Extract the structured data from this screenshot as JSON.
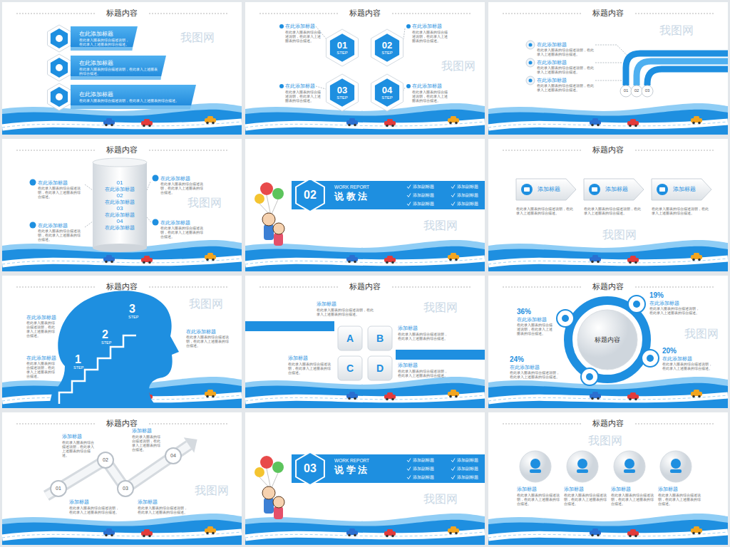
{
  "diagram": {
    "nodes": [
      {
        "text": [
          "标题内容"
        ]
      },
      {
        "text": [
          "在此添加标题",
          "在此录入图表的综合描述说明，在此录入上述图表的综合描述。"
        ],
        "in": 0
      },
      {
        "text": [
          "在此添加标题",
          "在此录入图表的综合描述说明，在此录入上述图表的综合描述。"
        ],
        "in": 0
      },
      {
        "text": [
          "在此添加标题",
          "在此录入图表的综合描述说明，在此录入上述图表的综合描述。"
        ],
        "in": 0
      },
      {
        "text": [
          "标题内容"
        ]
      },
      {
        "text": [
          "01",
          "STEP"
        ],
        "in": 4
      },
      {
        "text": [
          "02",
          "STEP"
        ],
        "in": 4
      },
      {
        "text": [
          "03",
          "STEP"
        ],
        "in": 4
      },
      {
        "text": [
          "04",
          "STEP"
        ],
        "in": 4
      },
      {
        "text": [
          "标题内容"
        ]
      },
      {
        "text": [
          "01"
        ],
        "in": 9
      },
      {
        "text": [
          "02"
        ],
        "in": 9
      },
      {
        "text": [
          "03"
        ],
        "in": 9
      },
      {
        "text": [
          "标题内容"
        ]
      },
      {
        "text": [
          "01",
          "在此添加标题",
          "02",
          "在此添加标题",
          "03",
          "在此添加标题",
          "04",
          "在此添加标题"
        ],
        "in": 13
      },
      {
        "text": [
          "WORK REPORT",
          "说 教 法",
          "添加副标题",
          "添加副标题",
          "添加副标题",
          "添加副标题",
          "添加副标题",
          "添加副标题"
        ]
      },
      {
        "text": [
          "02"
        ],
        "in": 15
      },
      {
        "text": [
          "标题内容"
        ]
      },
      {
        "text": [
          "添加标题"
        ],
        "in": 17
      },
      {
        "text": [
          "添加标题"
        ],
        "in": 17
      },
      {
        "text": [
          "添加标题"
        ],
        "in": 17
      },
      {
        "text": [
          "标题内容"
        ]
      },
      {
        "text": [
          "3",
          "STEP",
          "2",
          "STEP",
          "1",
          "STEP"
        ],
        "in": 21
      },
      {
        "text": [
          "标题内容"
        ]
      },
      {
        "text": [
          "A"
        ],
        "in": 23
      },
      {
        "text": [
          "B"
        ],
        "in": 23
      },
      {
        "text": [
          "C"
        ],
        "in": 23
      },
      {
        "text": [
          "D"
        ],
        "in": 23
      },
      {
        "text": [
          "标题内容"
        ]
      },
      {
        "text": [
          "标题内容"
        ],
        "in": 28
      },
      {
        "text": [
          "标题内容"
        ]
      },
      {
        "text": [
          "01"
        ],
        "in": 30
      },
      {
        "text": [
          "02"
        ],
        "in": 30
      },
      {
        "text": [
          "03"
        ],
        "in": 30
      },
      {
        "text": [
          "04"
        ],
        "in": 30
      },
      {
        "text": [
          "WORK REPORT",
          "说 学 法",
          "添加副标题",
          "添加副标题",
          "添加副标题",
          "添加副标题",
          "添加副标题",
          "添加副标题"
        ]
      },
      {
        "text": [
          "03"
        ],
        "in": 35
      },
      {
        "text": [
          "标题内容"
        ]
      }
    ],
    "labels": [
      "在此添加标题",
      "在此录入图表的综合描述说明，在此录入上述图表的综合描述。",
      "在此添加标题",
      "在此录入图表的综合描述说明，在此录入上述图表的综合描述。",
      "在此添加标题",
      "在此录入图表的综合描述说明，在此录入上述图表的综合描述。",
      "在此添加标题",
      "在此录入图表的综合描述说明，在此录入上述图表的综合描述。",
      "在此添加标题",
      "在此录入图表的综合描述说明，在此录入上述图表的综合描述。",
      "在此添加标题",
      "在此录入图表的综合描述说明，在此录入上述图表的综合描述。",
      "在此添加标题",
      "在此录入图表的综合描述说明，在此录入上述图表的综合描述。",
      "在此添加标题",
      "在此录入图表的综合描述说明，在此录入上述图表的综合描述。",
      "在此添加标题",
      "在此录入图表的综合描述说明，在此录入上述图表的综合描述。",
      "在此添加标题",
      "在此录入图表的综合描述说明，在此录入上述图表的综合描述。",
      "在此添加标题",
      "在此录入图表的综合描述说明，在此录入上述图表的综合描述。",
      "在此录入图表的综合描述说明，在此录入上述图表的综合描述。",
      "在此录入图表的综合描述说明，在此录入上述图表的综合描述。",
      "在此录入图表的综合描述说明，在此录入上述图表的综合描述。",
      "在此添加标题",
      "在此录入图表的综合描述说明，在此录入上述图表的综合描述。",
      "在此添加标题",
      "在此录入图表的综合描述说明，在此录入上述图表的综合描述。",
      "在此添加标题",
      "在此录入图表的综合描述说明，在此录入上述图表的综合描述。",
      "添加标题",
      "在此录入图表的综合描述说明，在此录入上述图表的综合描述。",
      "添加标题",
      "在此录入图表的综合描述说明，在此录入上述图表的综合描述。",
      "添加标题",
      "在此录入图表的综合描述说明，在此录入上述图表的综合描述。",
      "添加标题",
      "在此录入图表的综合描述说明，在此录入上述图表的综合描述。",
      "36%",
      "在此添加标题",
      "在此录入图表的综合描述说明，在此录入上述图表的综合描述。",
      "19%",
      "在此添加标题",
      "在此录入图表的综合描述说明，在此录入上述图表的综合描述。",
      "20%",
      "在此添加标题",
      "在此录入图表的综合描述说明，在此录入上述图表的综合描述。",
      "24%",
      "在此添加标题",
      "在此录入图表的综合描述说明，在此录入上述图表的综合描述。",
      "添加标题",
      "在此录入图表的综合描述说明，在此录入上述图表的综合描述。",
      "添加标题",
      "在此录入图表的综合描述说明，在此录入上述图表的综合描述。",
      "添加标题",
      "在此录入图表的综合描述说明，在此录入上述图表的综合描述。",
      "添加标题",
      "在此录入图表的综合描述说明，在此录入上述图表的综合描述。",
      "添加标题",
      "在此录入图表的综合描述说明，在此录入上述图表的综合描述。",
      "添加标题",
      "在此录入图表的综合描述说明，在此录入上述图表的综合描述。",
      "添加标题",
      "在此录入图表的综合描述说明，在此录入上述图表的综合描述。",
      "添加标题",
      "在此录入图表的综合描述说明，在此录入上述图表的综合描述。",
      "我图网",
      "我图网",
      "我图网",
      "我图网",
      "我图网",
      "我图网",
      "我图网",
      "我图网",
      "我图网",
      "我图网",
      "我图网",
      "我图网"
    ]
  }
}
